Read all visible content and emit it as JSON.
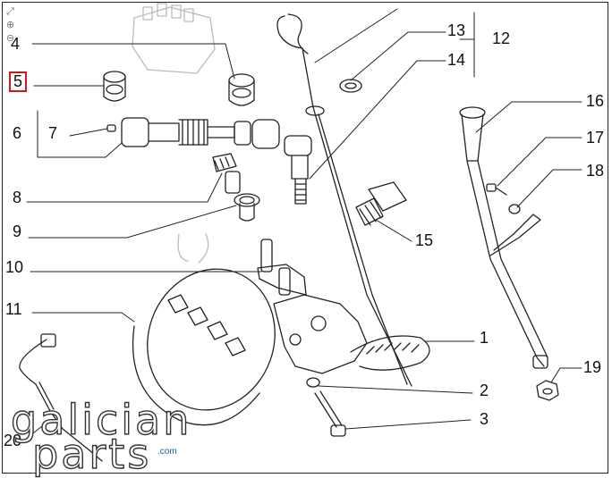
{
  "toolbar": {
    "tools": [
      {
        "name": "fit",
        "glyph": "⤢"
      },
      {
        "name": "zoom-in",
        "glyph": "⊕"
      },
      {
        "name": "zoom-out",
        "glyph": "⊖"
      }
    ]
  },
  "callouts": {
    "p1": "1",
    "p2": "2",
    "p3": "3",
    "p4": "4",
    "p5": "5",
    "p6": "6",
    "p7": "7",
    "p8": "8",
    "p9": "9",
    "p10": "10",
    "p11": "11",
    "p12": "12",
    "p13": "13",
    "p14": "14",
    "p15": "15",
    "p16": "16",
    "p17": "17",
    "p18": "18",
    "p19": "19",
    "p20": "20"
  },
  "watermark": {
    "line1": "galician",
    "line2": "parts",
    "suffix": ".com"
  },
  "colors": {
    "ink": "#222222",
    "selection": "#d01a1a",
    "brand_blue": "#1c5f9e"
  }
}
